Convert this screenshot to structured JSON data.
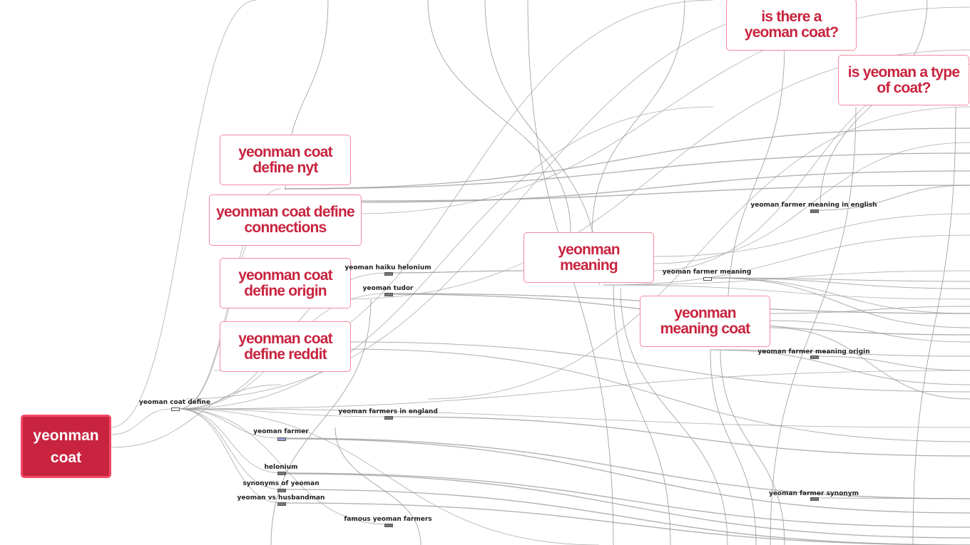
{
  "root": {
    "label": "yeonman coat",
    "color": "#c8243f"
  },
  "cards": [
    {
      "id": "define-nyt",
      "label": "yeonman coat define nyt"
    },
    {
      "id": "define-connections",
      "label": "yeonman coat define connections"
    },
    {
      "id": "define-origin",
      "label": "yeonman coat define origin"
    },
    {
      "id": "define-reddit",
      "label": "yeonman coat define reddit"
    },
    {
      "id": "meaning",
      "label": "yeonman meaning"
    },
    {
      "id": "meaning-coat",
      "label": "yeonman meaning coat"
    },
    {
      "id": "is-there",
      "label": "is there a yeoman coat?"
    },
    {
      "id": "is-type",
      "label": "is yeoman a type of coat?"
    }
  ],
  "nodes": [
    {
      "id": "coat-define",
      "label": "yeoman coat define"
    },
    {
      "id": "haiku",
      "label": "yeoman haiku helonium"
    },
    {
      "id": "tudor",
      "label": "yeoman tudor"
    },
    {
      "id": "farmers-england",
      "label": "yeoman farmers in england"
    },
    {
      "id": "farmer",
      "label": "yeoman farmer"
    },
    {
      "id": "helonium",
      "label": "helonium"
    },
    {
      "id": "synonyms",
      "label": "synonyms of yeoman"
    },
    {
      "id": "husbandman",
      "label": "yeoman vs husbandman"
    },
    {
      "id": "famous",
      "label": "famous yeoman farmers"
    },
    {
      "id": "fm-english",
      "label": "yeoman farmer meaning in english"
    },
    {
      "id": "fm",
      "label": "yeoman farmer meaning"
    },
    {
      "id": "fm-origin",
      "label": "yeoman farmer meaning origin"
    },
    {
      "id": "f-synonym",
      "label": "yeoman farmer synonym"
    }
  ],
  "edge_color": "#9a9a9a"
}
